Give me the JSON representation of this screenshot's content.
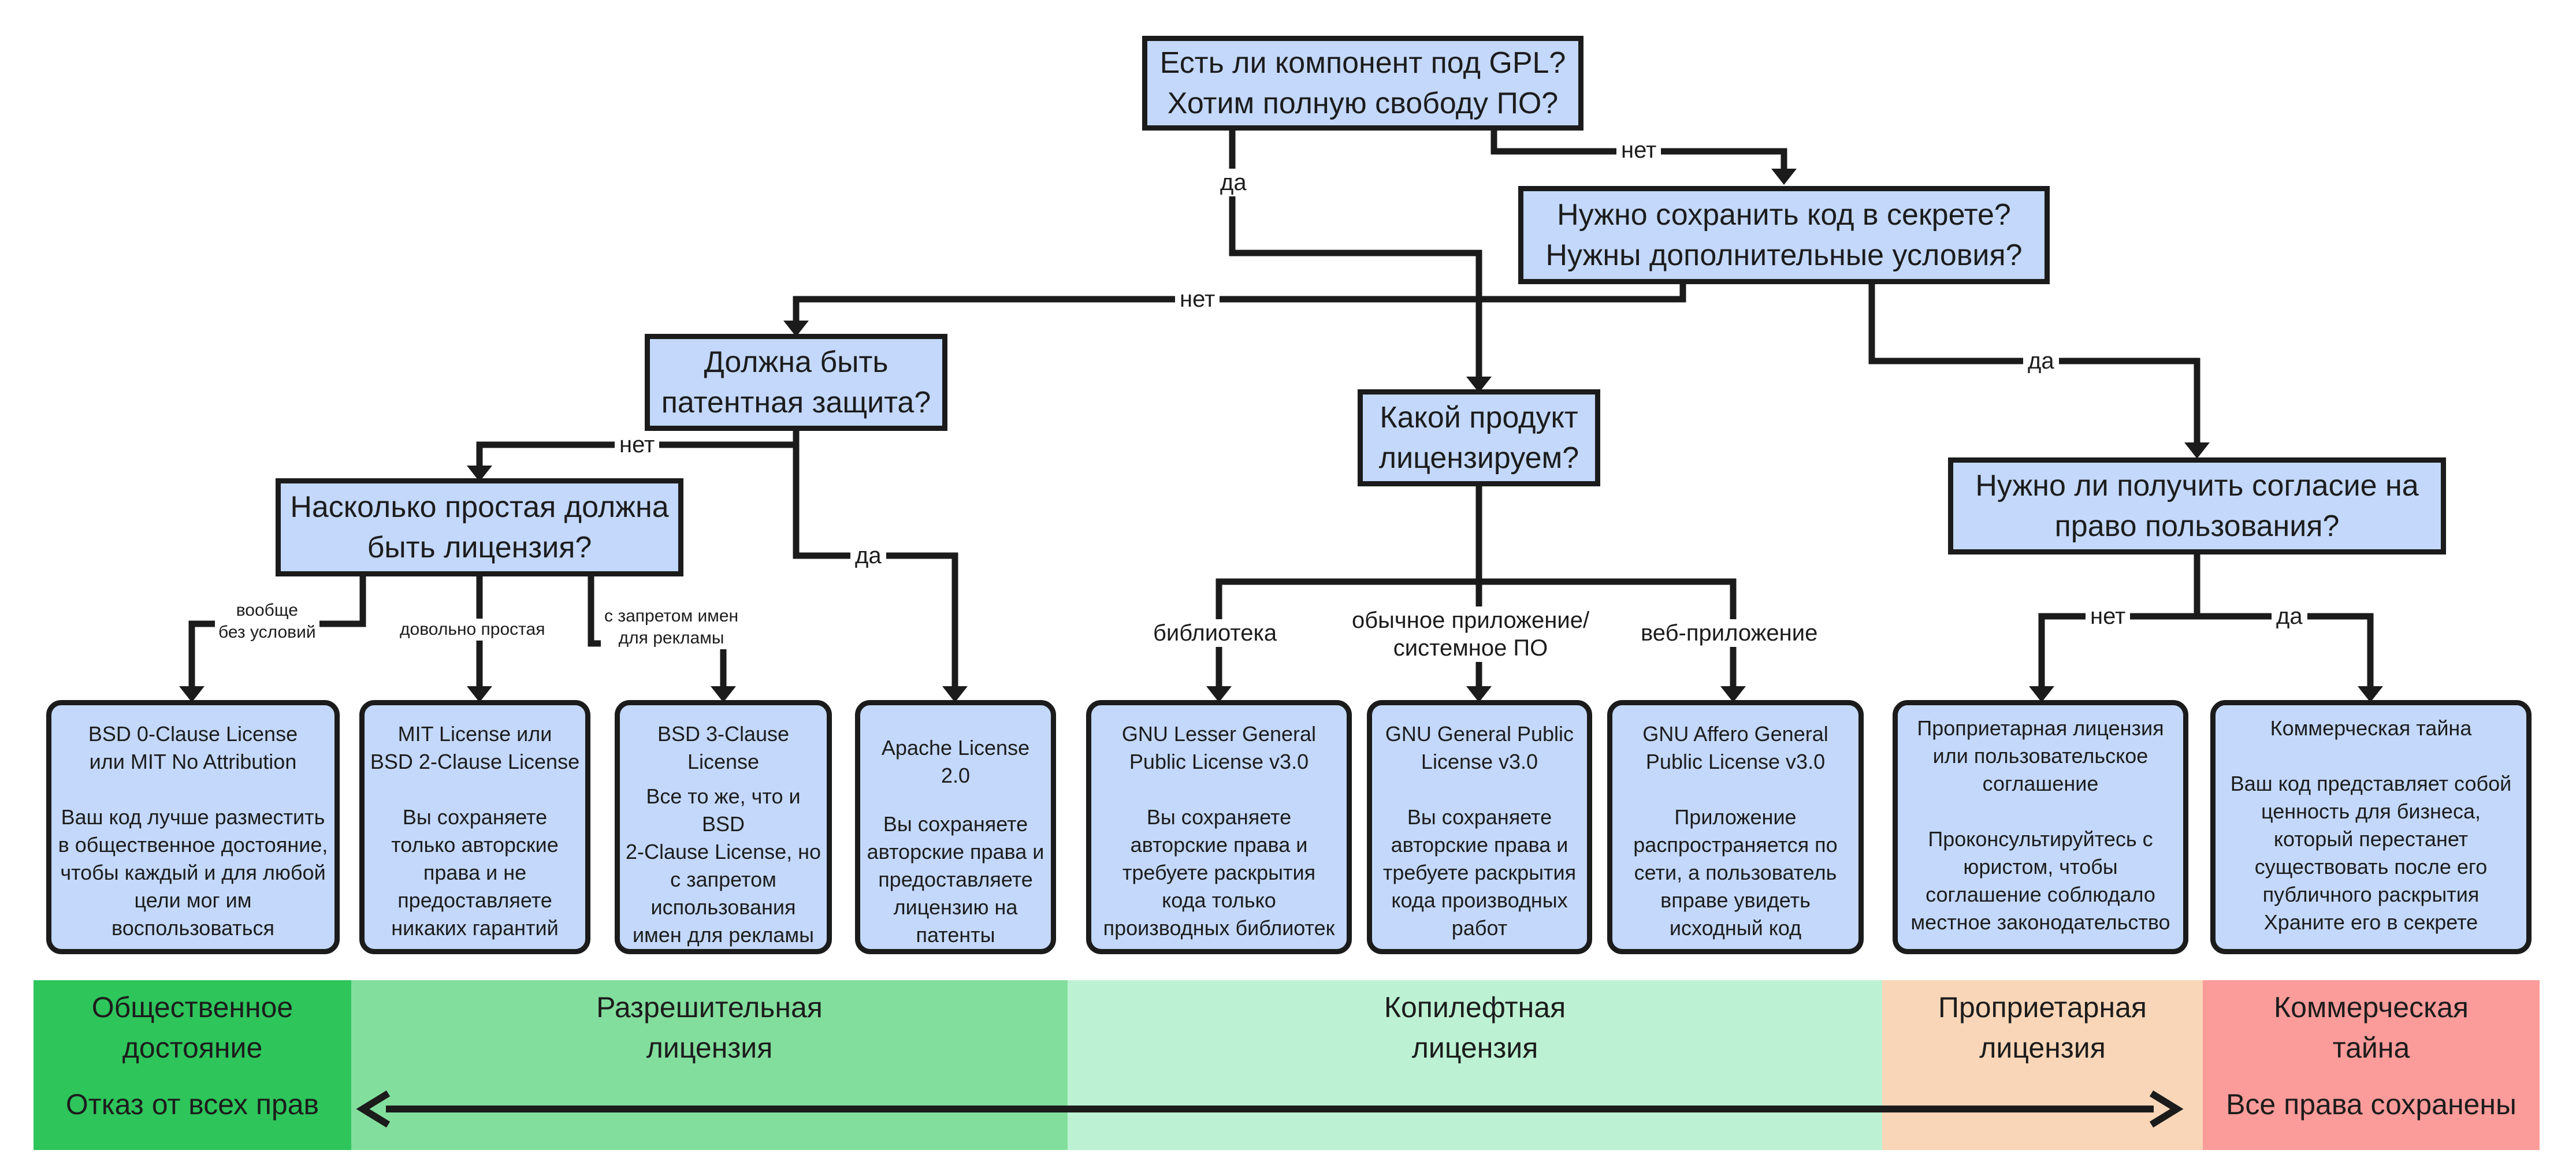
{
  "questions": {
    "gpl": [
      "Есть ли компонент под GPL?",
      "Хотим полную свободу ПО?"
    ],
    "secret": [
      "Нужно сохранить код в секрете?",
      "Нужны дополнительные условия?"
    ],
    "patent": [
      "Должна быть",
      "патентная защита?"
    ],
    "product": [
      "Какой продукт",
      "лицензируем?"
    ],
    "consent": [
      "Нужно ли получить согласие на",
      "право пользования?"
    ],
    "simple": [
      "Насколько простая должна",
      "быть лицензия?"
    ]
  },
  "edges": {
    "gpl_yes": "да",
    "gpl_no": "нет",
    "secret_no": "нет",
    "secret_yes": "да",
    "patent_no": "нет",
    "patent_yes": "да",
    "simple_none": [
      "вообще",
      "без условий"
    ],
    "simple_simple": "довольно простая",
    "simple_ads": [
      "с запретом имен",
      "для рекламы"
    ],
    "product_lib": "библиотека",
    "product_app": [
      "обычное приложение/",
      "системное ПО"
    ],
    "product_web": "веб-приложение",
    "consent_no": "нет",
    "consent_yes": "да"
  },
  "cards": [
    {
      "title": [
        "BSD 0-Clause License",
        "или MIT No Attribution"
      ],
      "body": [
        "Ваш код лучше разместить",
        "в общественное достояние,",
        "чтобы каждый и для любой",
        "цели мог им",
        "воспользоваться"
      ]
    },
    {
      "title": [
        "MIT License или",
        "BSD 2-Clause License"
      ],
      "body": [
        "Вы сохраняете",
        "только авторские",
        "права и не",
        "предоставляете",
        "никаких гарантий"
      ]
    },
    {
      "title": [
        "BSD 3-Clause",
        "License"
      ],
      "body": [
        "Все то же, что и BSD",
        "2-Clause License, но",
        "с запретом",
        "использования",
        "имен для рекламы"
      ]
    },
    {
      "title": [
        "Apache License 2.0"
      ],
      "body": [
        "Вы сохраняете",
        "авторские права и",
        "предоставляете",
        "лицензию на",
        "патенты"
      ]
    },
    {
      "title": [
        "GNU Lesser General",
        "Public License v3.0"
      ],
      "body": [
        "Вы сохраняете",
        "авторские права и",
        "требуете раскрытия",
        "кода только",
        "производных библиотек"
      ]
    },
    {
      "title": [
        "GNU General Public",
        "License v3.0"
      ],
      "body": [
        "Вы сохраняете",
        "авторские права и",
        "требуете раскрытия",
        "кода производных",
        "работ"
      ]
    },
    {
      "title": [
        "GNU Affero General",
        "Public License v3.0"
      ],
      "body": [
        "Приложение",
        "распространяется по",
        "сети, а пользователь",
        "вправе увидеть",
        "исходный код"
      ]
    },
    {
      "title": [
        "Проприетарная лицензия",
        "или пользовательское",
        "соглашение"
      ],
      "body": [
        "Проконсультируйтесь с",
        "юристом, чтобы",
        "соглашение соблюдало",
        "местное законодательство"
      ]
    },
    {
      "title": [
        "Коммерческая тайна"
      ],
      "body": [
        "Ваш код представляет собой",
        "ценность для бизнеса,",
        "который перестанет",
        "существовать после его",
        "публичного раскрытия",
        "Храните его в секрете"
      ]
    }
  ],
  "bands": [
    {
      "label": [
        "Общественное",
        "достояние"
      ],
      "color": "#2ec55b",
      "sub": "Отказ от всех прав"
    },
    {
      "label": [
        "Разрешительная",
        "лицензия"
      ],
      "color": "#82de9c"
    },
    {
      "label": [
        "Копилефтная",
        "лицензия"
      ],
      "color": "#bcf2d3"
    },
    {
      "label": [
        "Проприетарная",
        "лицензия"
      ],
      "color": "#f9d6b7"
    },
    {
      "label": [
        "Коммерческая",
        "тайна"
      ],
      "color": "#fb9c9a",
      "sub": "Все права сохранены"
    }
  ],
  "colors": {
    "box_fill": "#c3d8fb",
    "stroke": "#1b1b1b"
  }
}
